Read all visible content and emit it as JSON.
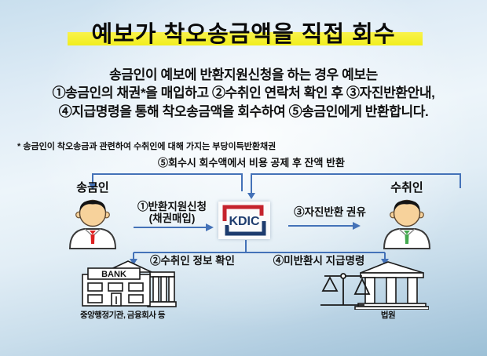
{
  "title": "예보가 착오송금액을 직접 회수",
  "intro": {
    "line1": "송금인이 예보에 반환지원신청을 하는 경우 예보는",
    "line2": "①송금인의 채권*을 매입하고 ②수취인 연락처 확인 후 ③자진반환안내,",
    "line3": "④지급명령을 통해 착오송금액을 회수하여 ⑤송금인에게 반환합니다.",
    "footnote": "* 송금인이 착오송금과 관련하여 수취인에 대해 가지는 부당이득반환채권"
  },
  "diagram": {
    "top_flow_label": "⑤회수시 회수액에서 비용 공제 후 잔액 반환",
    "sender_label": "송금인",
    "receiver_label": "수취인",
    "kdic_logo_text": "KDIC",
    "step1_line1": "①반환지원신청",
    "step1_line2": "(채권매입)",
    "step2_label": "②수취인 정보 확인",
    "step3_label": "③자진반환 권유",
    "step4_label": "④미반환시 지급명령",
    "bank_sign": "BANK",
    "bank_caption": "중앙행정기관, 금융회사 등",
    "court_caption": "법원"
  },
  "colors": {
    "highlight_yellow": "#f2ee2a",
    "connector_blue": "#4472b8",
    "kdic_red": "#c5232c",
    "kdic_navy": "#1e3c6e",
    "sender_tie_red": "#dd2020",
    "receiver_tie_green": "#44a94f",
    "background_blue": "#bcd6e7"
  }
}
